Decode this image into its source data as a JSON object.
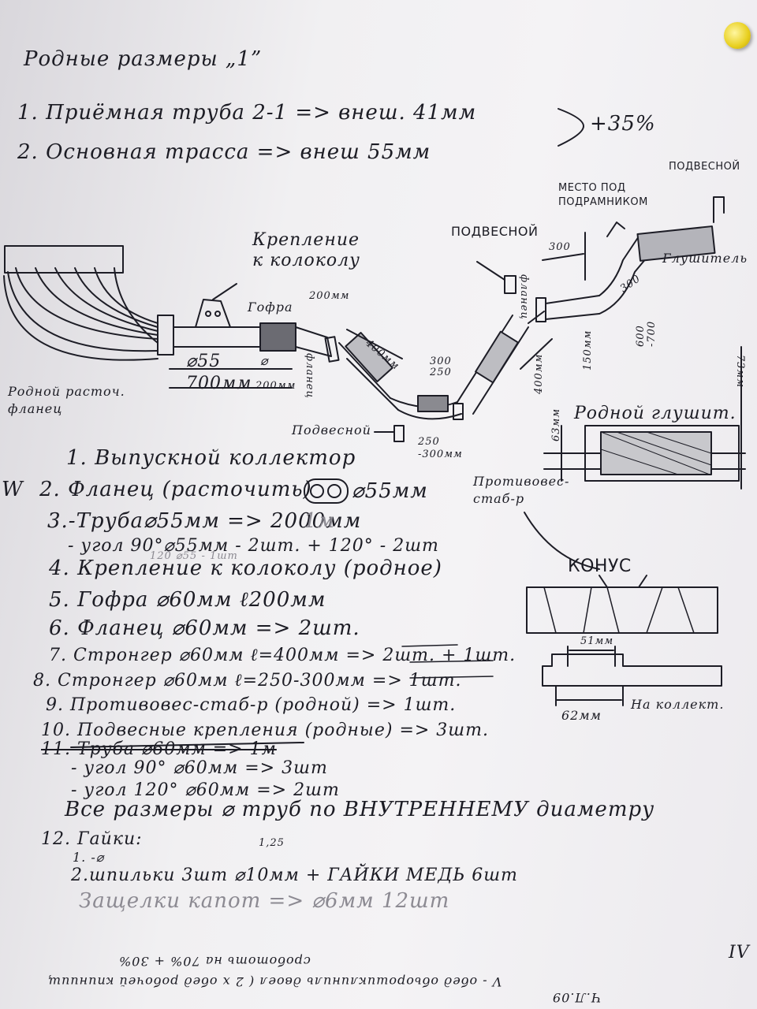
{
  "header": {
    "title": "Родные размеры „1”",
    "line1": "1. Приёмная труба  2-1   => внеш. 41мм",
    "line2": "2. Основная трасса        => внеш   55мм",
    "increase": "+35%"
  },
  "diagram": {
    "labels": {
      "mount_bell": "Крепление\nк колоколу",
      "bellows": "Гофра",
      "flange_native": "Родной расточ.\nфланец",
      "d55": "⌀55",
      "len700": "700мм",
      "phi": "⌀",
      "len200a": "200мм",
      "len200b": "200мм",
      "flange_mid": "фланец",
      "len400a": "400мм",
      "len300_250": "300\n250",
      "hanger_left": "Подвесной",
      "len250_300": "250\n-300мм",
      "counterweight": "Противовес-\nстаб-р",
      "len400b": "400мм",
      "len150": "150мм",
      "hanger_top": "ПОДВЕСНОЙ",
      "flange_top": "фланец",
      "len300a": "300",
      "subframe": "МЕСТО ПОД\nПОДРАМНИКОМ",
      "hanger_right": "ПОДВЕСНОЙ",
      "muffler": "Глушитель",
      "len300b": "300",
      "len600_700": "600\n-700",
      "native_muffler": "Родной глушит.",
      "dim63": "63мм",
      "dim73": "73мм"
    }
  },
  "parts": {
    "p1": "1. Выпускной коллектор",
    "p2": "2. Фланец (расточить)",
    "p2_size": "⌀55мм",
    "p3": "3.-Труба⌀55мм => 2000мм",
    "p3_note": "1м",
    "p3b": "- угол 90°⌀55мм - 2шт. + 120° - 2шт",
    "p3b_note": "120 ⌀55 - 1шт",
    "p4": "4. Крепление к колоколу (родное)",
    "p5": "5. Гофра ⌀60мм ℓ200мм",
    "p6": "6. Фланец ⌀60мм => 2шт.",
    "p7": "7. Стронгер ⌀60мм ℓ=400мм  => 2шт. + 1шт.",
    "p8": "8. Стронгер ⌀60мм ℓ=250-300мм => 1шт.",
    "p9": "9. Противовес-стаб-р (родной) => 1шт.",
    "p10": "10. Подвесные крепления (родные) => 3шт.",
    "p11": "11. Труба ⌀60мм => 1м",
    "p11b": "- угол 90° ⌀60мм => 3шт",
    "p11c": "- угол 120° ⌀60мм => 2шт",
    "all_sizes": "Все размеры ⌀ труб по ВНУТРЕННЕМУ диаметру",
    "p12": "12. Гайки:",
    "p12a": "1.   -⌀",
    "p12_exp": "1,25",
    "p12b": "2.шпильки 3шт ⌀10мм  + ГАЙКИ МЕДЬ 6шт",
    "latches": "Защелки капот => ⌀6мм 12шт"
  },
  "cone": {
    "title": "КОНУС",
    "dim51": "51мм",
    "dim62": "62мм",
    "to_collector": "На коллект."
  },
  "footer": {
    "upside1": "V - обед обьорошиклиниль двоел ( 2 х обед робочей кпиниищ",
    "upside2": "сробототь на 70% + 30%",
    "upside3": "Ч.Л.09",
    "margin_right": "IV",
    "margin_left_mark": "W"
  }
}
